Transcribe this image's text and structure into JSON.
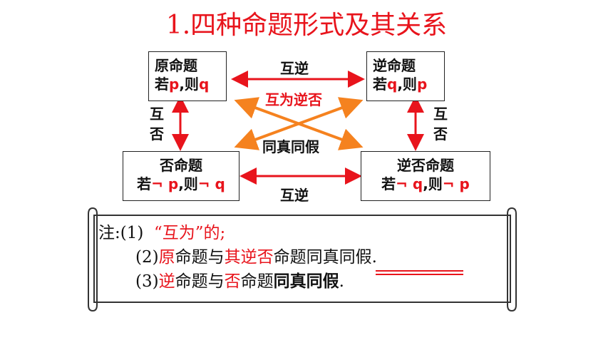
{
  "title": "1.四种命题形式及其关系",
  "boxes": {
    "original": {
      "name": "原命题",
      "ruo": "若",
      "p": "p",
      "ze": ",则",
      "q": "q"
    },
    "converse": {
      "name": "逆命题",
      "ruo": "若",
      "q": "q",
      "ze": ",则",
      "p": "p"
    },
    "inverse": {
      "name": "否命题",
      "ruo": "若",
      "p": "¬ p",
      "ze": ",则",
      "q": "¬ q"
    },
    "contrapositive": {
      "name": "逆否命题",
      "ruo": "若",
      "q": "¬ q",
      "ze": ",则",
      "p": "¬ p"
    }
  },
  "labels": {
    "top_converse": "互逆",
    "bottom_converse": "互逆",
    "contrapositive_pair": "互为逆否",
    "same_truth": "同真同假",
    "left_inverse": [
      "互",
      "否"
    ],
    "right_inverse": [
      "互",
      "否"
    ]
  },
  "note": {
    "line1_prefix": "注:(1)",
    "line1_quote": "“互为”的;",
    "line2_num": "(2)",
    "line2_a": "原",
    "line2_b": "命题与",
    "line2_c": "其逆否",
    "line2_d": "命题",
    "line2_e": "同真同假",
    "line2_end": ".",
    "line3_num": "(3)",
    "line3_a": "逆",
    "line3_b": "命题与",
    "line3_c": "否",
    "line3_d": "命题",
    "line3_e": "同真同假",
    "line3_end": "."
  },
  "colors": {
    "red": "#e8141c",
    "orange": "#f5821f",
    "black": "#111111"
  }
}
